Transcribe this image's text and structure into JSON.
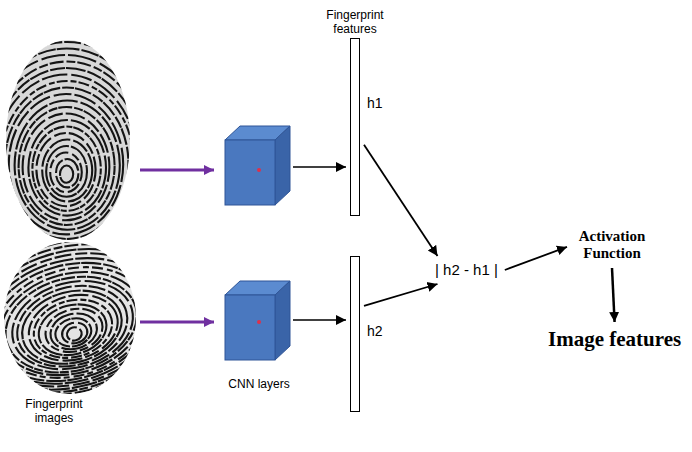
{
  "diagram": {
    "nodes": [
      {
        "text": [
          "Fingerprint features",
          "h1"
        ]
      },
      {
        "text": [
          "h2"
        ]
      },
      {
        "text": [
          "| h2 - h1 |"
        ]
      },
      {
        "text": [
          "Activation Function"
        ]
      },
      {
        "text": [
          "Image features"
        ]
      }
    ],
    "edges": [
      {
        "from": 0,
        "to": 2,
        "arrow": "to"
      },
      {
        "from": 1,
        "to": 2,
        "arrow": "to"
      },
      {
        "from": 2,
        "to": 3,
        "arrow": "to"
      },
      {
        "from": 3,
        "to": 4,
        "arrow": "to"
      }
    ],
    "labels": [
      "Fingerprint images",
      "CNN layers"
    ]
  }
}
